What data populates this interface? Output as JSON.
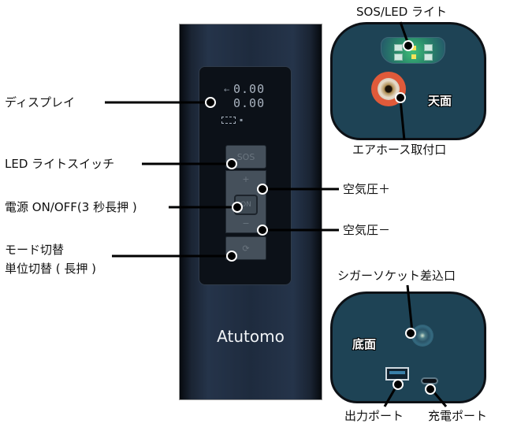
{
  "device": {
    "brand": "Atutomo",
    "lcd_reading_top": "0.00",
    "lcd_reading_bottom": "0.00",
    "buttons": {
      "sos": "SOS",
      "power": "ON"
    }
  },
  "labels_left": {
    "display": "ディスプレイ",
    "led_switch": "LED ライトスイッチ",
    "power": "電源 ON/OFF(3 秒長押 )",
    "mode_line1": "モード切替",
    "mode_line2": "単位切替 ( 長押 )"
  },
  "labels_right": {
    "pressure_up": "空気圧＋",
    "pressure_down": "空気圧－"
  },
  "top_view": {
    "face_label": "天面",
    "light_label": "SOS/LED ライト",
    "hose_label": "エアホース取付口"
  },
  "bottom_view": {
    "face_label": "底面",
    "socket_label": "シガーソケット差込口",
    "output_label": "出力ポート",
    "charge_label": "充電ポート"
  },
  "colors": {
    "device_body": "#1e2b3e",
    "end_panel": "#1e4355",
    "valve_ring": "#e05a3a",
    "led_green": "#3fbf7a"
  }
}
